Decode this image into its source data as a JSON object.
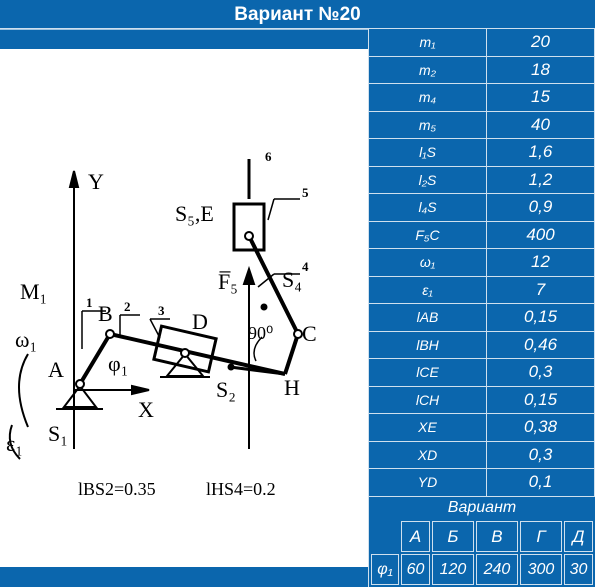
{
  "title": "Вариант №20",
  "parameters": [
    {
      "key": "m₁",
      "value": "20"
    },
    {
      "key": "m₂",
      "value": "18"
    },
    {
      "key": "m₄",
      "value": "15"
    },
    {
      "key": "m₅",
      "value": "40"
    },
    {
      "key": "l₁S",
      "value": "1,6"
    },
    {
      "key": "l₂S",
      "value": "1,2"
    },
    {
      "key": "l₄S",
      "value": "0,9"
    },
    {
      "key": "F₅C",
      "value": "400"
    },
    {
      "key": "ω₁",
      "value": "12"
    },
    {
      "key": "ε₁",
      "value": "7"
    },
    {
      "key": "lAB",
      "value": "0,15"
    },
    {
      "key": "lBH",
      "value": "0,46"
    },
    {
      "key": "lCE",
      "value": "0,3"
    },
    {
      "key": "lCH",
      "value": "0,15"
    },
    {
      "key": "XE",
      "value": "0,38"
    },
    {
      "key": "XD",
      "value": "0,3"
    },
    {
      "key": "YD",
      "value": "0,1"
    }
  ],
  "variant": {
    "header": "Вариант",
    "columns": [
      "А",
      "Б",
      "В",
      "Г",
      "Д"
    ],
    "row_label": "φ₁",
    "values": [
      "60",
      "120",
      "240",
      "300",
      "30"
    ]
  },
  "diagram": {
    "labels": {
      "y": "Y",
      "x": "X",
      "a": "A",
      "s1": "S₁",
      "b": "B",
      "phi1": "φ₁",
      "m1": "M₁",
      "omega1": "ω₁",
      "eps1": "ε₁",
      "d": "D",
      "s2": "S₂",
      "h": "H",
      "c": "C",
      "angle": "90⁰",
      "f5": "F̅₅",
      "s4": "S₄",
      "s5e": "S₅,E",
      "n1": "1",
      "n2": "2",
      "n3": "3",
      "n4": "4",
      "n5": "5",
      "n6": "6"
    },
    "formula_left": "lBS2=0.35",
    "formula_right": "lHS4=0.2"
  }
}
